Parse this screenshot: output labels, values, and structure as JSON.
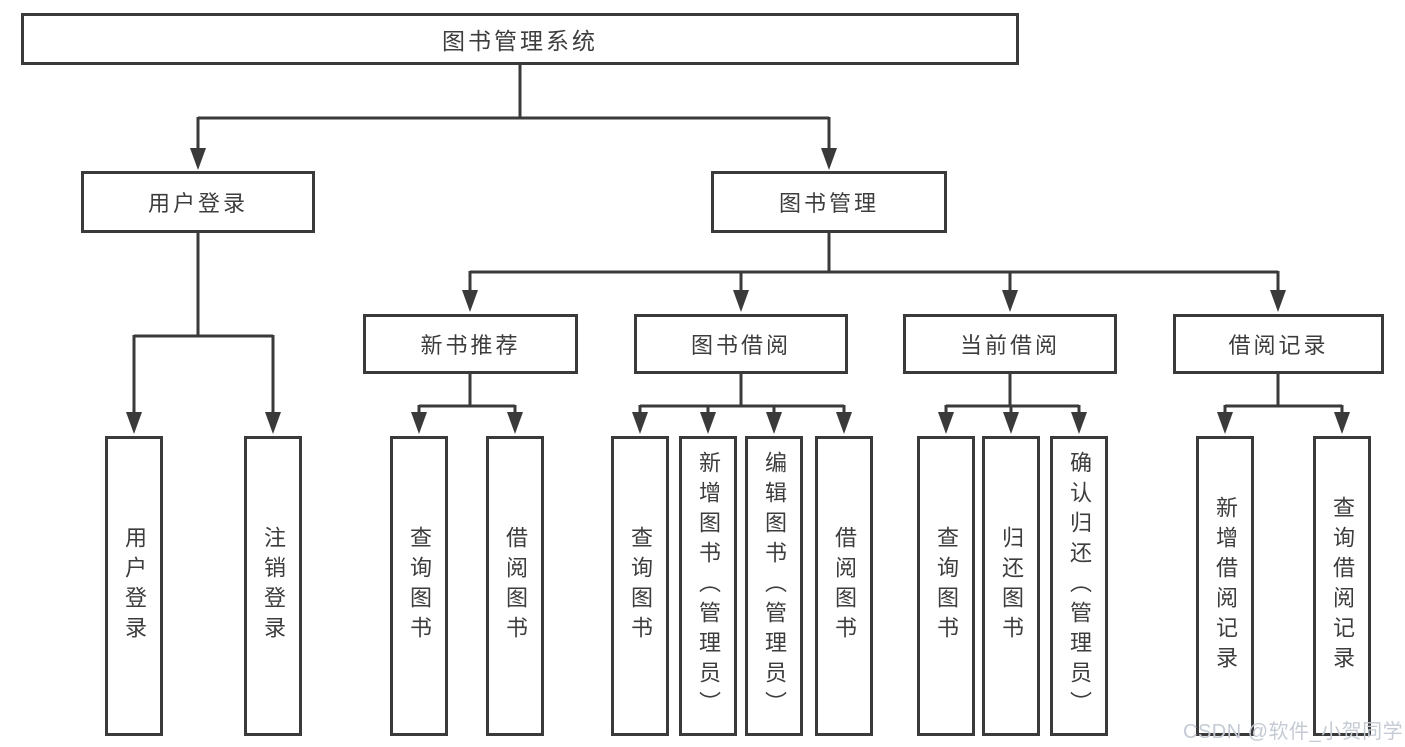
{
  "diagram": {
    "title": "图书管理系统",
    "nodes": [
      {
        "label": "用户登录",
        "children": [
          "用户登录",
          "注销登录"
        ]
      },
      {
        "label": "图书管理",
        "children": [
          {
            "label": "新书推荐",
            "children": [
              "查询图书",
              "借阅图书"
            ]
          },
          {
            "label": "图书借阅",
            "children": [
              "查询图书",
              "新增图书（管理员）",
              "编辑图书（管理员）",
              "借阅图书"
            ]
          },
          {
            "label": "当前借阅",
            "children": [
              "查询图书",
              "归还图书",
              "确认归还（管理员）"
            ]
          },
          {
            "label": "借阅记录",
            "children": [
              "新增借阅记录",
              "查询借阅记录"
            ]
          }
        ]
      }
    ]
  },
  "watermark": {
    "text": "CSDN @软件_小贺同学"
  },
  "colors": {
    "line": "#3a3a3a",
    "text": "#3d3d3d",
    "background": "#ffffff",
    "watermark": "#c5cbd4"
  }
}
